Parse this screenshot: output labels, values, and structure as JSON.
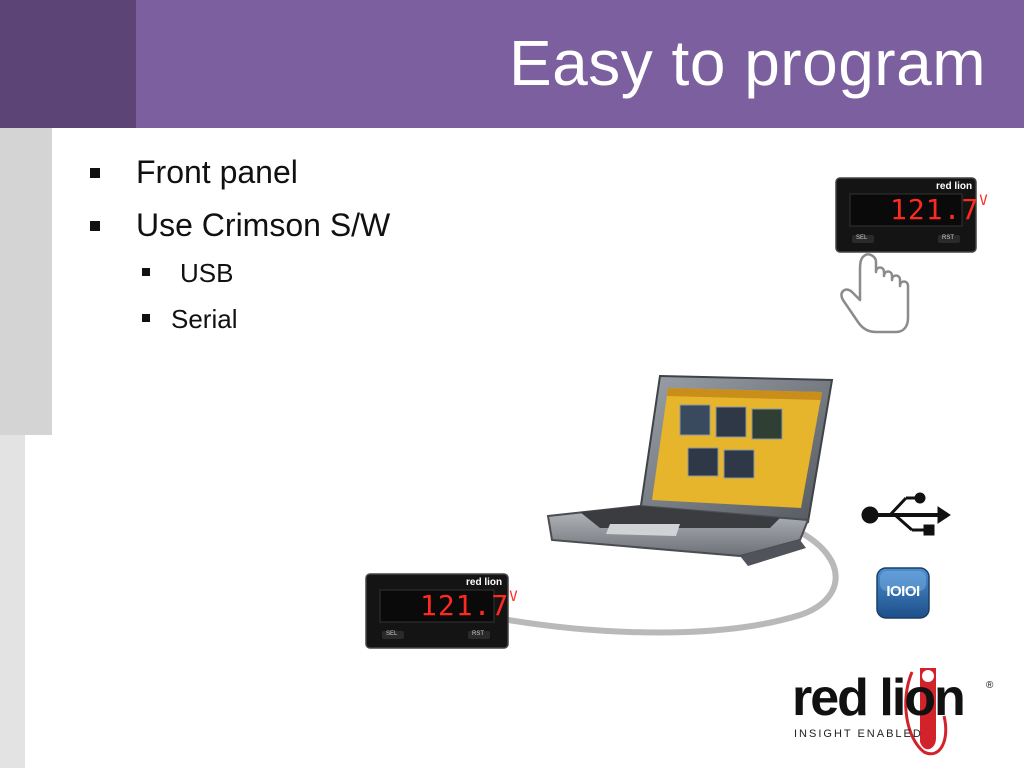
{
  "slide": {
    "title": "Easy to program",
    "bullets": [
      {
        "text": "Front panel",
        "level": 1
      },
      {
        "text": "Use Crimson S/W",
        "level": 1
      },
      {
        "text": "USB",
        "level": 2
      },
      {
        "text": "Serial",
        "level": 2
      }
    ]
  },
  "meter": {
    "brand": "red lion",
    "reading": "121.7",
    "unit": "V",
    "left_key": "SEL",
    "right_key": "RST"
  },
  "logo": {
    "brand": "red lion",
    "tagline": "INSIGHT ENABLED",
    "registered": "®"
  },
  "icons": {
    "serial_label": "IOIOI"
  },
  "colors": {
    "header_purple": "#7c5f9f",
    "header_dark": "#5d4476",
    "led_red": "#ff2a1f",
    "logo_red": "#d2232a"
  }
}
